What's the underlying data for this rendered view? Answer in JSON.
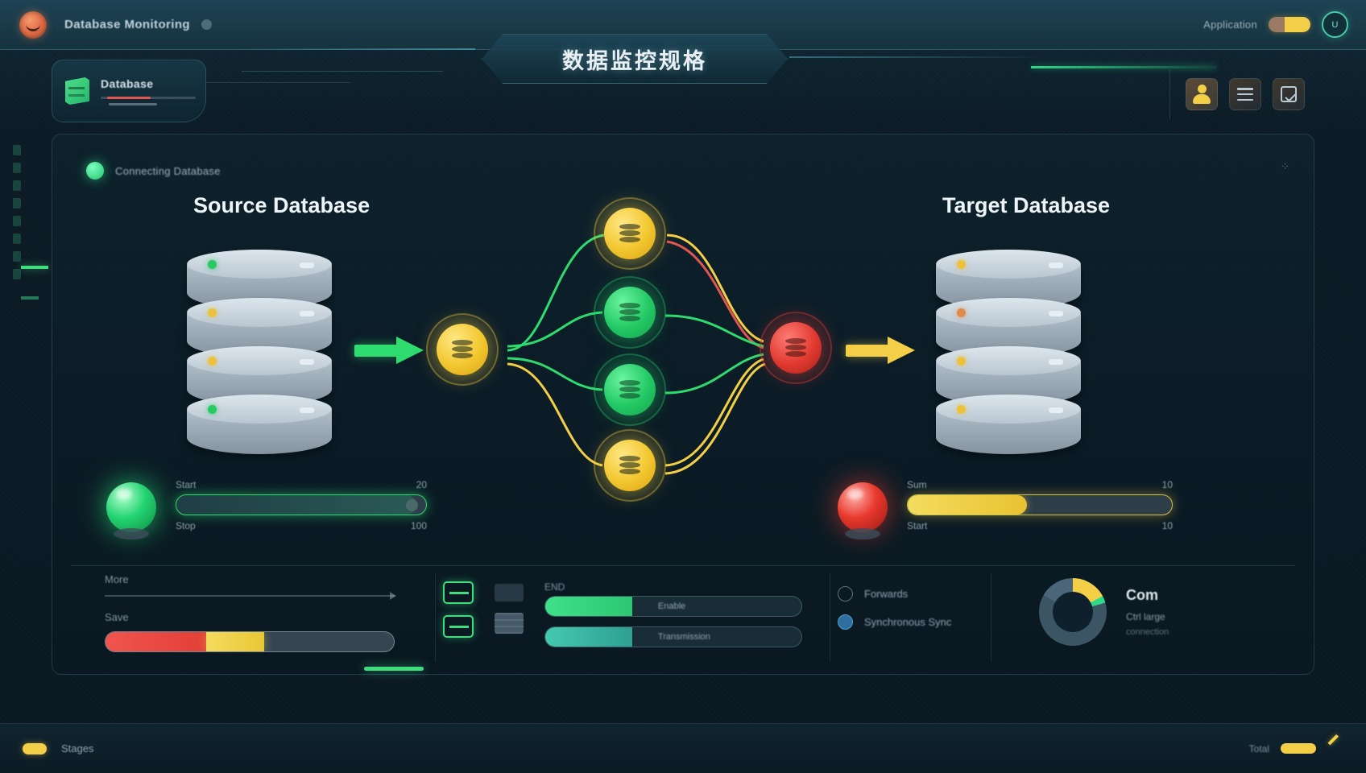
{
  "topbar": {
    "brand_icon": "app-logo-icon",
    "title": "Database Monitoring",
    "chip_icon": "status-chip-icon",
    "right_label": "Application",
    "avatar_text": "U"
  },
  "banner": {
    "title": "数据监控规格"
  },
  "tabcard": {
    "icon": "database-box-icon",
    "label": "Database"
  },
  "toolbar": {
    "user_button": "user-profile-button",
    "menu_button": "menu-button",
    "check_button": "checkbox-button"
  },
  "panel": {
    "status_label": "Connecting Database",
    "corner_icon": "settings-dots-icon",
    "source_heading": "Source Database",
    "target_heading": "Target Database"
  },
  "flow": {
    "source_node": {
      "color": "#f2c62e",
      "type": "database-node"
    },
    "branch_nodes": [
      {
        "color": "#f2c62e",
        "type": "database-node"
      },
      {
        "color": "#22c864",
        "type": "database-node"
      },
      {
        "color": "#22c864",
        "type": "database-node"
      },
      {
        "color": "#f2c62e",
        "type": "database-node"
      }
    ],
    "target_node": {
      "color": "#e0392f",
      "type": "database-node"
    },
    "arrow_in_color": "#2ddb6e",
    "arrow_out_color": "#f2cf46"
  },
  "gauges": {
    "left": {
      "indicator": "green-status-orb",
      "top_label": "Start",
      "top_value": "20",
      "bottom_label": "Stop",
      "bottom_value": "100",
      "fill_percent": 96
    },
    "right": {
      "indicator": "red-status-orb",
      "top_label": "Sum",
      "top_value": "10",
      "bottom_label": "Start",
      "bottom_value": "10",
      "fill_percent": 45
    }
  },
  "bottom_left": {
    "label_1": "More",
    "label_2": "Save",
    "segments": [
      {
        "name": "red",
        "percent": 35,
        "color": "#e23f38"
      },
      {
        "name": "yellow",
        "percent": 20,
        "color": "#eac634"
      }
    ]
  },
  "bottom_mid": {
    "icons": [
      "rect-list-icon",
      "rect-list-icon"
    ],
    "caption": "END",
    "bars": [
      {
        "label": "Enable",
        "percent": 34
      },
      {
        "label": "Transmission",
        "percent": 34
      }
    ]
  },
  "bottom_right": {
    "options": [
      {
        "label": "Forwards",
        "selected": false
      },
      {
        "label": "Synchronous Sync",
        "selected": true
      }
    ]
  },
  "donut": {
    "title": "Com",
    "sub": "Ctrl large",
    "sub2": "connection",
    "segments": [
      {
        "name": "yellow",
        "percent": 17,
        "color": "#f2cf46"
      },
      {
        "name": "green",
        "percent": 3,
        "color": "#2fd98a"
      },
      {
        "name": "track",
        "percent": 63,
        "color": "#3c5564"
      },
      {
        "name": "track2",
        "percent": 17,
        "color": "#4a6678"
      }
    ]
  },
  "statusbar": {
    "left_label": "Stages",
    "right_label": "Total",
    "pen_icon": "edit-pen-icon"
  }
}
